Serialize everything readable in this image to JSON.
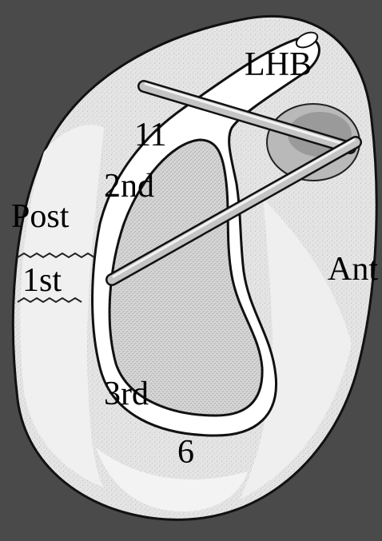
{
  "labels": {
    "lhb": "LHB",
    "eleven": "11",
    "second": "2nd",
    "post": "Post",
    "first": "1st",
    "ant": "Ant",
    "third": "3rd",
    "six": "6"
  },
  "colors": {
    "background": "#4a4a4a",
    "glenoid": "#e6e6e6",
    "labrum": "#ffffff",
    "bone_center": "#d9d9d9",
    "cannula": "#bdbdbd",
    "tear_border": "#8c8c8c",
    "outline": "#111111"
  }
}
